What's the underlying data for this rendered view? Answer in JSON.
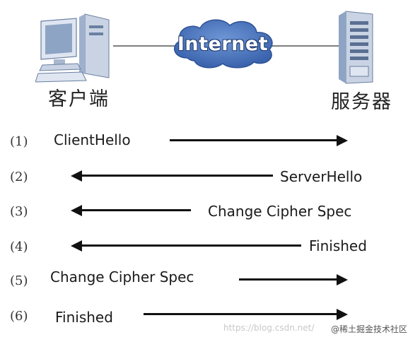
{
  "header": {
    "client_label": "客户端",
    "server_label": "服务器",
    "cloud_label": "Internet"
  },
  "steps": [
    {
      "num": "(1)",
      "label": "ClientHello",
      "direction": "right"
    },
    {
      "num": "(2)",
      "label": "ServerHello",
      "direction": "left"
    },
    {
      "num": "(3)",
      "label": "Change Cipher Spec",
      "direction": "left"
    },
    {
      "num": "(4)",
      "label": "Finished",
      "direction": "left"
    },
    {
      "num": "(5)",
      "label": "Change Cipher Spec",
      "direction": "right"
    },
    {
      "num": "(6)",
      "label": "Finished",
      "direction": "right"
    }
  ],
  "watermark": {
    "url": "https://blog.csdn.net/",
    "brand": "@稀土掘金技术社区"
  },
  "colors": {
    "cloud_fill": "#4a78c0",
    "arrow": "#111111",
    "monitor": "#8ea4c4"
  }
}
